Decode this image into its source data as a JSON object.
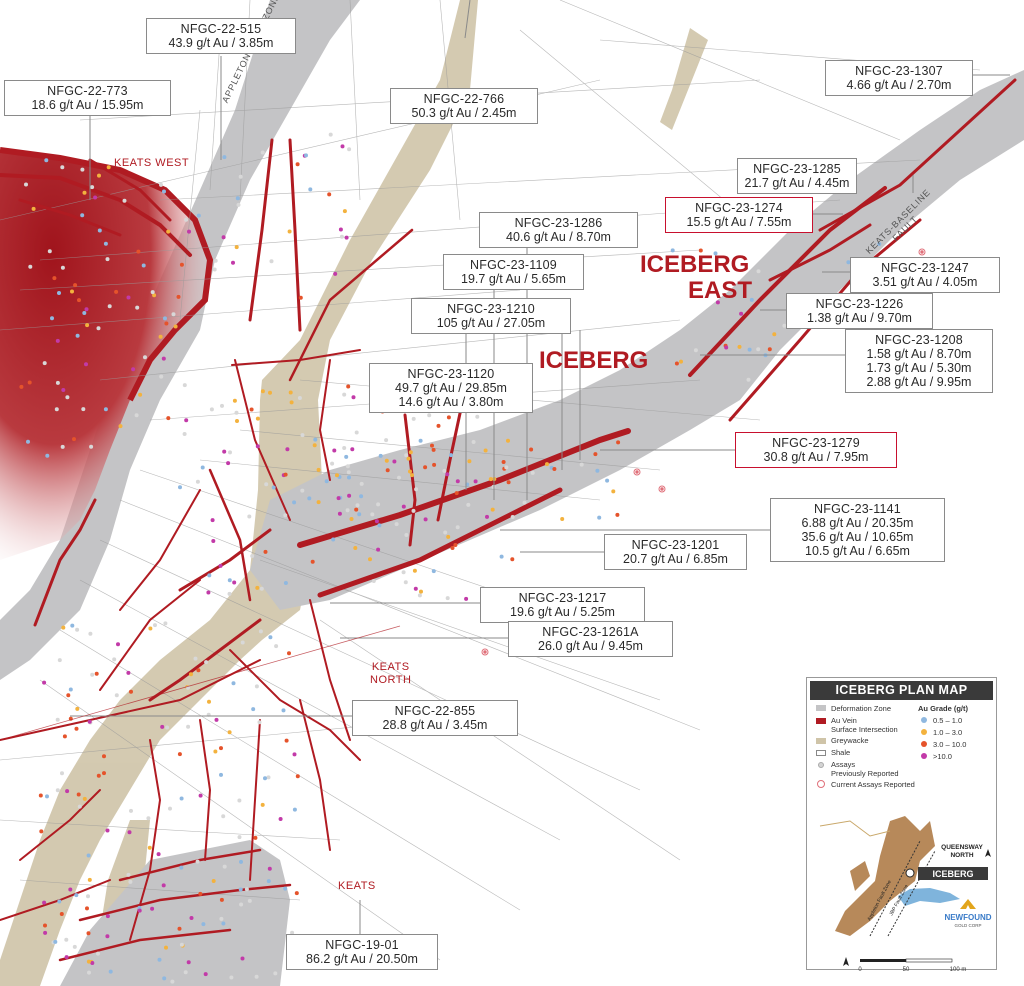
{
  "map_title": "ICEBERG PLAN MAP",
  "zones": {
    "iceberg_east_line1": "ICEBERG",
    "iceberg_east_line2": "EAST",
    "iceberg": "ICEBERG"
  },
  "places": {
    "keats_west": "KEATS WEST",
    "keats_north_line1": "KEATS",
    "keats_north_line2": "NORTH",
    "keats": "KEATS"
  },
  "faults": {
    "appleton": "APPLETON FAULT ZONE",
    "keats_baseline_line1": "KEATS-BASELINE",
    "keats_baseline_line2": "FAULT"
  },
  "callouts": [
    {
      "hole": "NFGC-22-515",
      "grades": [
        "43.9 g/t Au / 3.85m"
      ],
      "current": false
    },
    {
      "hole": "NFGC-22-773",
      "grades": [
        "18.6 g/t Au / 15.95m"
      ],
      "current": false
    },
    {
      "hole": "NFGC-22-766",
      "grades": [
        "50.3 g/t Au / 2.45m"
      ],
      "current": false
    },
    {
      "hole": "NFGC-23-1307",
      "grades": [
        "4.66 g/t Au / 2.70m"
      ],
      "current": false
    },
    {
      "hole": "NFGC-23-1285",
      "grades": [
        "21.7 g/t Au / 4.45m"
      ],
      "current": false
    },
    {
      "hole": "NFGC-23-1274",
      "grades": [
        "15.5 g/t Au / 7.55m"
      ],
      "current": true
    },
    {
      "hole": "NFGC-23-1286",
      "grades": [
        "40.6 g/t Au / 8.70m"
      ],
      "current": false
    },
    {
      "hole": "NFGC-23-1109",
      "grades": [
        "19.7 g/t Au / 5.65m"
      ],
      "current": false
    },
    {
      "hole": "NFGC-23-1247",
      "grades": [
        "3.51 g/t Au / 4.05m"
      ],
      "current": false
    },
    {
      "hole": "NFGC-23-1226",
      "grades": [
        "1.38 g/t Au / 9.70m"
      ],
      "current": false
    },
    {
      "hole": "NFGC-23-1210",
      "grades": [
        "105 g/t Au / 27.05m"
      ],
      "current": false
    },
    {
      "hole": "NFGC-23-1208",
      "grades": [
        "1.58 g/t Au / 8.70m",
        "1.73 g/t Au / 5.30m",
        "2.88 g/t Au / 9.95m"
      ],
      "current": false
    },
    {
      "hole": "NFGC-23-1120",
      "grades": [
        "49.7 g/t Au / 29.85m",
        "14.6 g/t Au / 3.80m"
      ],
      "current": false
    },
    {
      "hole": "NFGC-23-1279",
      "grades": [
        "30.8 g/t Au / 7.95m"
      ],
      "current": true
    },
    {
      "hole": "NFGC-23-1141",
      "grades": [
        "6.88 g/t Au / 20.35m",
        "35.6 g/t Au / 10.65m",
        "10.5 g/t Au / 6.65m"
      ],
      "current": false
    },
    {
      "hole": "NFGC-23-1201",
      "grades": [
        "20.7 g/t Au / 6.85m"
      ],
      "current": false
    },
    {
      "hole": "NFGC-23-1217",
      "grades": [
        "19.6 g/t Au / 5.25m"
      ],
      "current": false
    },
    {
      "hole": "NFGC-23-1261A",
      "grades": [
        "26.0 g/t Au / 9.45m"
      ],
      "current": false
    },
    {
      "hole": "NFGC-22-855",
      "grades": [
        "28.8 g/t Au / 3.45m"
      ],
      "current": false
    },
    {
      "hole": "NFGC-19-01",
      "grades": [
        "86.2 g/t Au / 20.50m"
      ],
      "current": false
    }
  ],
  "legend": {
    "items": {
      "deformation_zone": "Deformation Zone",
      "au_vein_line1": "Au Vein",
      "au_vein_line2": "Surface Intersection",
      "greywacke": "Greywacke",
      "shale": "Shale",
      "assays_prev_line1": "Assays",
      "assays_prev_line2": "Previously Reported",
      "assays_current": "Current Assays Reported"
    },
    "grade_title": "Au Grade (g/t)",
    "grade_classes": [
      {
        "label": "0.5 – 1.0",
        "color": "#8fb8e0"
      },
      {
        "label": "1.0 – 3.0",
        "color": "#f3b23e"
      },
      {
        "label": "3.0 – 10.0",
        "color": "#e5532b"
      },
      {
        "label": ">10.0",
        "color": "#c23aa8"
      }
    ]
  },
  "inset": {
    "queensway_line1": "QUEENSWAY",
    "queensway_line2": "NORTH",
    "iceberg_tag": "ICEBERG",
    "fault1": "Appleton Fault Zone",
    "fault2": "JBP Fault Zone",
    "company_line1": "NEWFOUND",
    "company_line2": "GOLD CORP"
  },
  "scale": {
    "zero": "0",
    "mid": "50",
    "end": "100 m"
  },
  "colors": {
    "deformation": "#c4c4c6",
    "vein": "#b01b22",
    "greywacke": "#cfc4a8",
    "keats_west_fill": "#b01b22",
    "current_border": "#c8102e"
  }
}
